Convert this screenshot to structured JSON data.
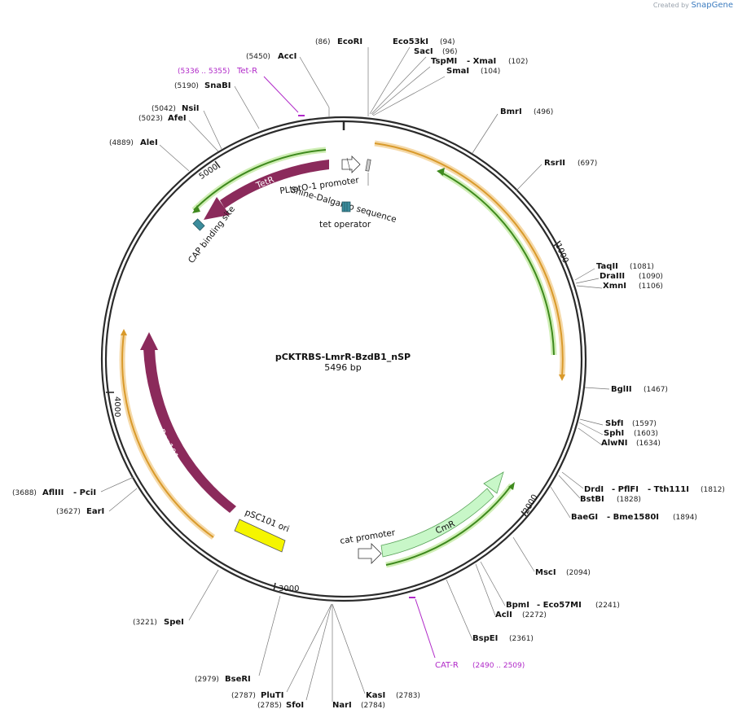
{
  "branding": {
    "created_by": "Created by",
    "app": "SnapGene"
  },
  "plasmid": {
    "name": "pCKTRBS-LmrR-BzdB1_nSP",
    "size_label": "5496 bp"
  },
  "ticks": [
    "1000",
    "2000",
    "3000",
    "4000",
    "5000"
  ],
  "sites": [
    {
      "name": "EcoRI",
      "pos": "(86)"
    },
    {
      "name": "Eco53kI",
      "pos": "(94)"
    },
    {
      "name": "SacI",
      "pos": "(96)"
    },
    {
      "name": "TspMI",
      "name2": "- XmaI",
      "pos": "(102)"
    },
    {
      "name": "SmaI",
      "pos": "(104)"
    },
    {
      "name": "BmrI",
      "pos": "(496)"
    },
    {
      "name": "RsrII",
      "pos": "(697)"
    },
    {
      "name": "TaqII",
      "pos": "(1081)"
    },
    {
      "name": "DraIII",
      "pos": "(1090)"
    },
    {
      "name": "XmnI",
      "pos": "(1106)"
    },
    {
      "name": "BglII",
      "pos": "(1467)"
    },
    {
      "name": "SbfI",
      "pos": "(1597)"
    },
    {
      "name": "SphI",
      "pos": "(1603)"
    },
    {
      "name": "AlwNI",
      "pos": "(1634)"
    },
    {
      "name": "DrdI",
      "name2": "- PflFI",
      "name3": "- Tth111I",
      "pos": "(1812)"
    },
    {
      "name": "BstBI",
      "pos": "(1828)"
    },
    {
      "name": "BaeGI",
      "name2": "- Bme1580I",
      "pos": "(1894)"
    },
    {
      "name": "MscI",
      "pos": "(2094)"
    },
    {
      "name": "BpmI",
      "name2": "- Eco57MI",
      "pos": "(2241)"
    },
    {
      "name": "AclI",
      "pos": "(2272)"
    },
    {
      "name": "BspEI",
      "pos": "(2361)"
    },
    {
      "name": "KasI",
      "pos": "(2783)"
    },
    {
      "name": "NarI",
      "pos": "(2784)"
    },
    {
      "name": "SfoI",
      "pos": "(2785)"
    },
    {
      "name": "PluTI",
      "pos": "(2787)"
    },
    {
      "name": "BseRI",
      "pos": "(2979)"
    },
    {
      "name": "SpeI",
      "pos": "(3221)"
    },
    {
      "name": "EarI",
      "pos": "(3627)"
    },
    {
      "name": "AflIII",
      "name2": "- PciI",
      "pos": "(3688)"
    },
    {
      "name": "AleI",
      "pos": "(4889)"
    },
    {
      "name": "AfeI",
      "pos": "(5023)"
    },
    {
      "name": "NsiI",
      "pos": "(5042)"
    },
    {
      "name": "SnaBI",
      "pos": "(5190)"
    },
    {
      "name": "AccI",
      "pos": "(5450)"
    }
  ],
  "primers": [
    {
      "name": "Tet-R",
      "range": "(5336 .. 5355)"
    },
    {
      "name": "CAT-R",
      "range": "(2490 .. 2509)"
    }
  ],
  "features": {
    "tetr": "TetR",
    "rep101": "Rep101",
    "cmr": "CmR",
    "psc101_ori": "pSC101 ori",
    "cat_promoter": "cat promoter",
    "pltet_promoter": "PLtetO-1 promoter",
    "shine_dalgarno": "Shine-Dalgarno sequence",
    "tet_operator": "tet operator",
    "cap_site": "CAP binding site"
  },
  "colors": {
    "backbone": "#2b2b2b",
    "tetr_rep": "#8b2a5b",
    "cmr": "#c8f7c8",
    "orf": "#d99a2b",
    "orf_glow": "#f5d9a8",
    "green_arrow": "#3f8a1e",
    "green_glow": "#cfeeb5",
    "ori": "#f5f500",
    "cap": "#3c8c9c",
    "primer": "#b028c8"
  }
}
